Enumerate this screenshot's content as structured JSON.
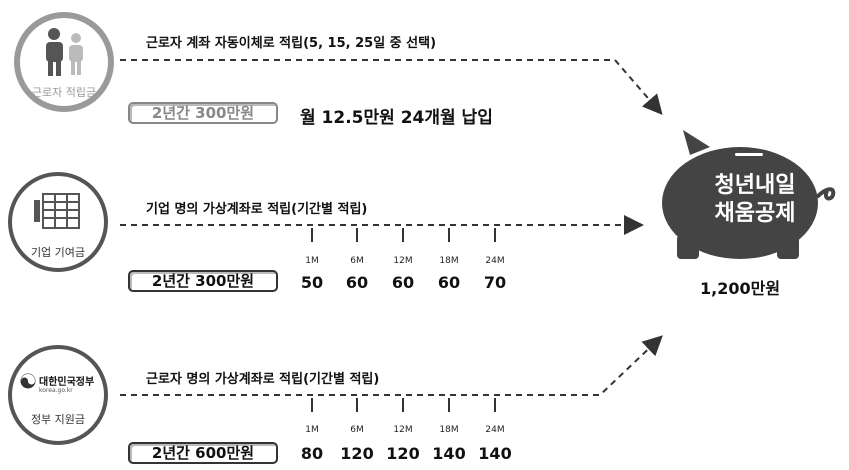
{
  "sections": [
    {
      "circle_label": "근로자 적립금",
      "description": "근로자 계좌 자동이체로 적립(5, 15, 25일 중 선택)",
      "pill": "2년간 300만원",
      "note": "월 12.5만원 24개월 납입"
    },
    {
      "circle_label": "기업 기여금",
      "description": "기업 명의 가상계좌로 적립(기간별 적립)",
      "pill": "2년간 300만원",
      "ticks": [
        "1M",
        "6M",
        "12M",
        "18M",
        "24M"
      ],
      "values": [
        "50",
        "60",
        "60",
        "60",
        "70"
      ]
    },
    {
      "circle_label": "정부 지원금",
      "logo_text": "대한민국정부",
      "logo_sub": "korea.go.kr",
      "description": "근로자 명의 가상계좌로 적립(기간별 적립)",
      "pill": "2년간 600만원",
      "ticks": [
        "1M",
        "6M",
        "12M",
        "18M",
        "24M"
      ],
      "values": [
        "80",
        "120",
        "120",
        "140",
        "140"
      ]
    }
  ],
  "target": {
    "line1": "청년내일",
    "line2": "채움공제",
    "total": "1,200만원"
  }
}
